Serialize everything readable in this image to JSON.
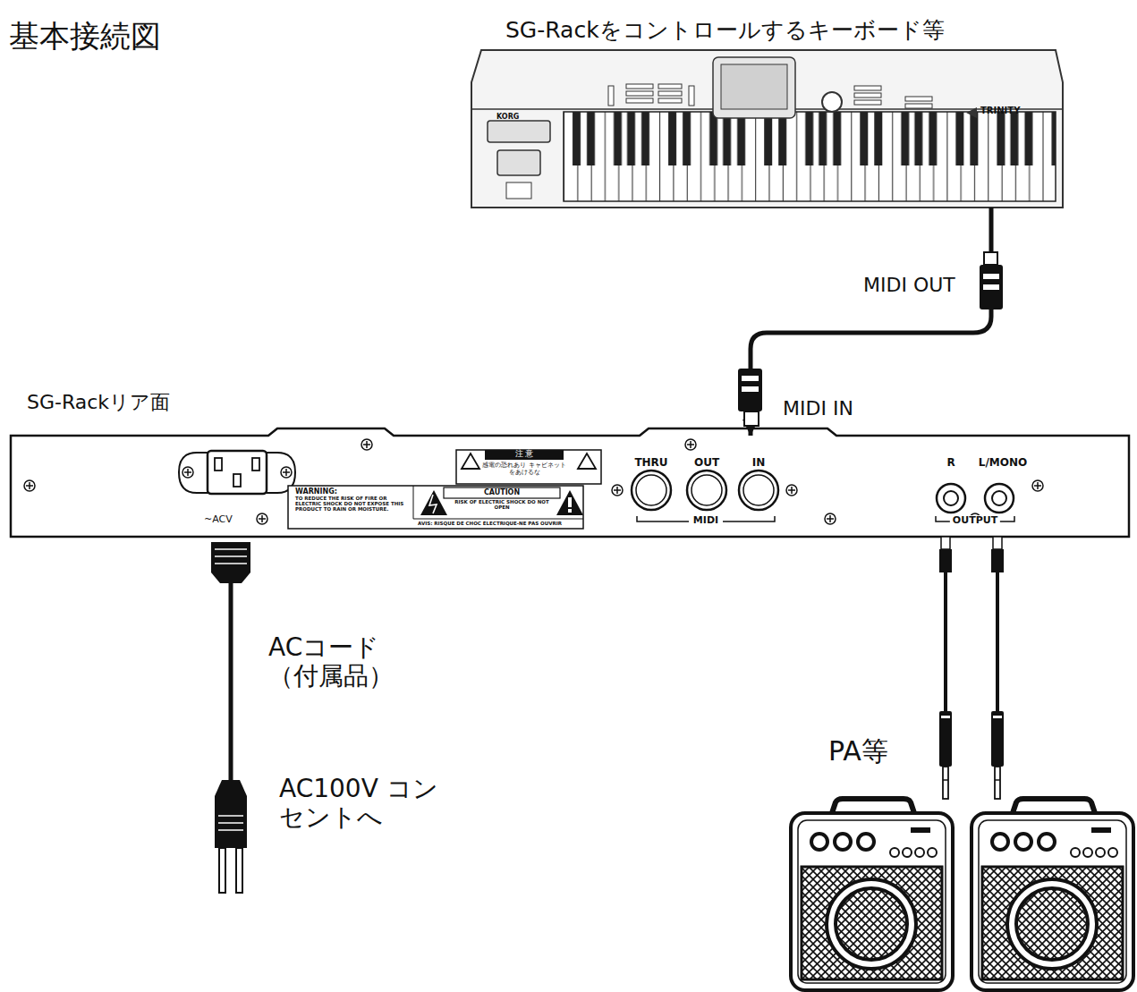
{
  "diagram": {
    "title": "基本接続図",
    "nodes": [
      {
        "text": [
          "SG-Rackをコントロールするキーボード等"
        ]
      },
      {
        "text": [
          "SG-Rackリア面"
        ]
      },
      {
        "text": [
          "PA等"
        ]
      }
    ],
    "edges": [
      {
        "from": 0,
        "to": 1,
        "arrow": "to"
      },
      {
        "from": 1,
        "to": 2,
        "arrow": "none"
      },
      {
        "from": 1,
        "to": 2,
        "arrow": "none"
      }
    ],
    "labels": [
      "MIDI OUT",
      "MIDI IN",
      "ACコード （付属品）",
      "AC100V コンセントへ",
      "THRU",
      "OUT",
      "IN",
      "MIDI",
      "R",
      "L/MONO",
      "OUTPUT",
      "~ACV",
      "WARNING:",
      "TO REDUCE THE RISK OF FIRE OR ELECTRIC SHOCK DO NOT EXPOSE THIS PRODUCT TO RAIN OR MOISTURE.",
      "CAUTION",
      "RISK OF ELECTRIC SHOCK DO NOT OPEN",
      "AVIS: RISQUE DE CHOC ÉLECTRIQUE-NE PAS OUVRIR",
      "注 意",
      "感電の恐れあり キャビネットをあけるな",
      "TRINITY",
      "KORG"
    ]
  }
}
